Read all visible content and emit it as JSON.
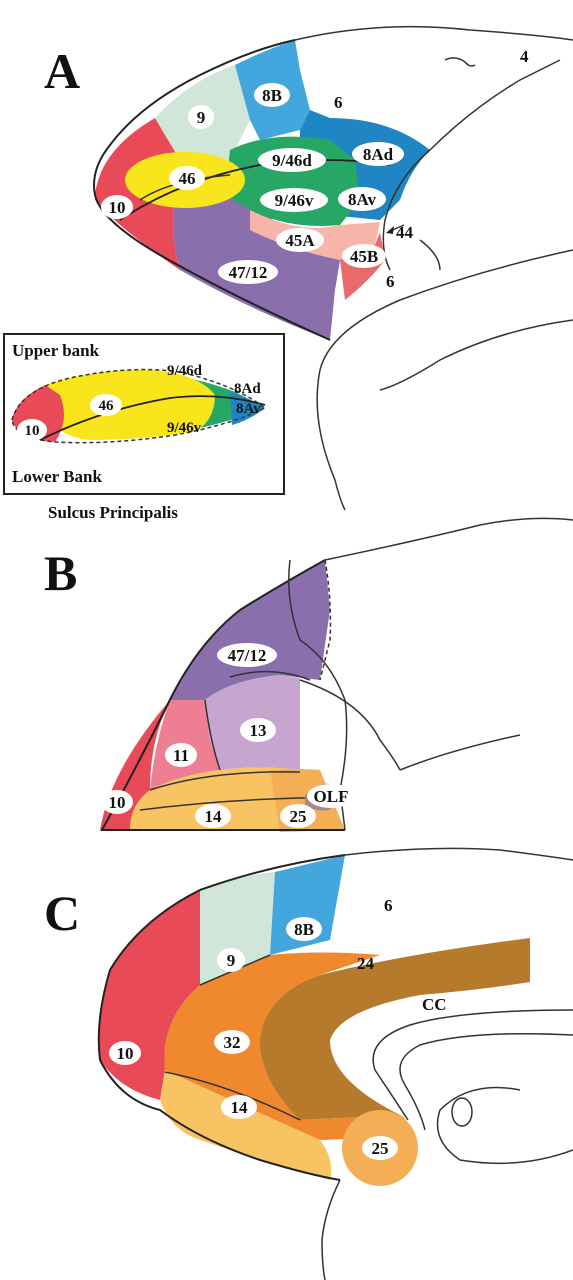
{
  "panels": {
    "A": {
      "letter": "A",
      "labels": {
        "area_4": "4",
        "area_6_top": "6",
        "area_8B": "8B",
        "area_9": "9",
        "area_8Ad": "8Ad",
        "area_9_46d": "9/46d",
        "area_46": "46",
        "area_10": "10",
        "area_9_46v": "9/46v",
        "area_8Av": "8Av",
        "area_44": "44",
        "area_45A": "45A",
        "area_45B": "45B",
        "area_6_low": "6",
        "area_47_12": "47/12"
      },
      "inset": {
        "upper_bank": "Upper bank",
        "lower_bank": "Lower Bank",
        "caption": "Sulcus Principalis",
        "area_9_46d": "9/46d",
        "area_8Ad": "8Ad",
        "area_46": "46",
        "area_8Av": "8Av",
        "area_10": "10",
        "area_9_46v": "9/46v"
      }
    },
    "B": {
      "letter": "B",
      "labels": {
        "area_47_12": "47/12",
        "area_13": "13",
        "area_11": "11",
        "area_10": "10",
        "area_14": "14",
        "area_25": "25",
        "area_olf": "OLF"
      }
    },
    "C": {
      "letter": "C",
      "labels": {
        "area_6": "6",
        "area_8B": "8B",
        "area_9": "9",
        "area_24": "24",
        "area_cc": "CC",
        "area_10": "10",
        "area_32": "32",
        "area_14": "14",
        "area_25": "25"
      }
    }
  },
  "colors": {
    "area_10": "#e84a57",
    "area_9": "#cfe6d8",
    "area_8B": "#43a6dd",
    "area_8A": "#1f86c3",
    "area_46": "#f8e51c",
    "area_9_46": "#27a766",
    "area_45A": "#f6b4aa",
    "area_47_12": "#8a6fac",
    "area_13": "#c6a6cf",
    "area_11": "#ee7f93",
    "area_14": "#f8c463",
    "area_25": "#f4ae55",
    "area_32": "#f0882e",
    "area_24": "#b57a2c",
    "olf": "#a08a92"
  }
}
